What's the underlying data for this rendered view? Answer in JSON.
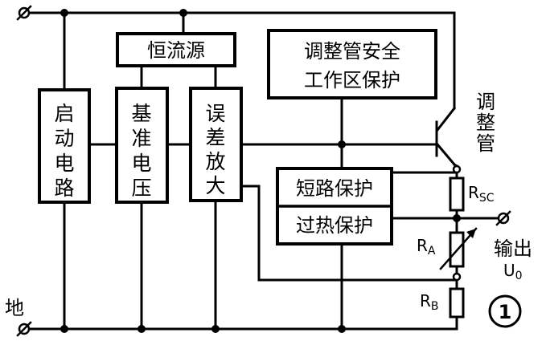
{
  "blocks": {
    "startup": "启动电路",
    "current_source": "恒流源",
    "reference": "基准电压",
    "error_amp": "误差放大",
    "safety_line1": "调整管安全",
    "safety_line2": "工作区保护",
    "short_circuit": "短路保护",
    "overheat": "过热保护"
  },
  "transistor_label": "调整管",
  "resistors": {
    "rsc": {
      "main": "R",
      "sub": "SC"
    },
    "ra": {
      "main": "R",
      "sub": "A"
    },
    "rb": {
      "main": "R",
      "sub": "B"
    }
  },
  "output_label": "输出",
  "output_symbol": {
    "main": "U",
    "sub": "0"
  },
  "ground_label": "地",
  "figure_number": "1"
}
